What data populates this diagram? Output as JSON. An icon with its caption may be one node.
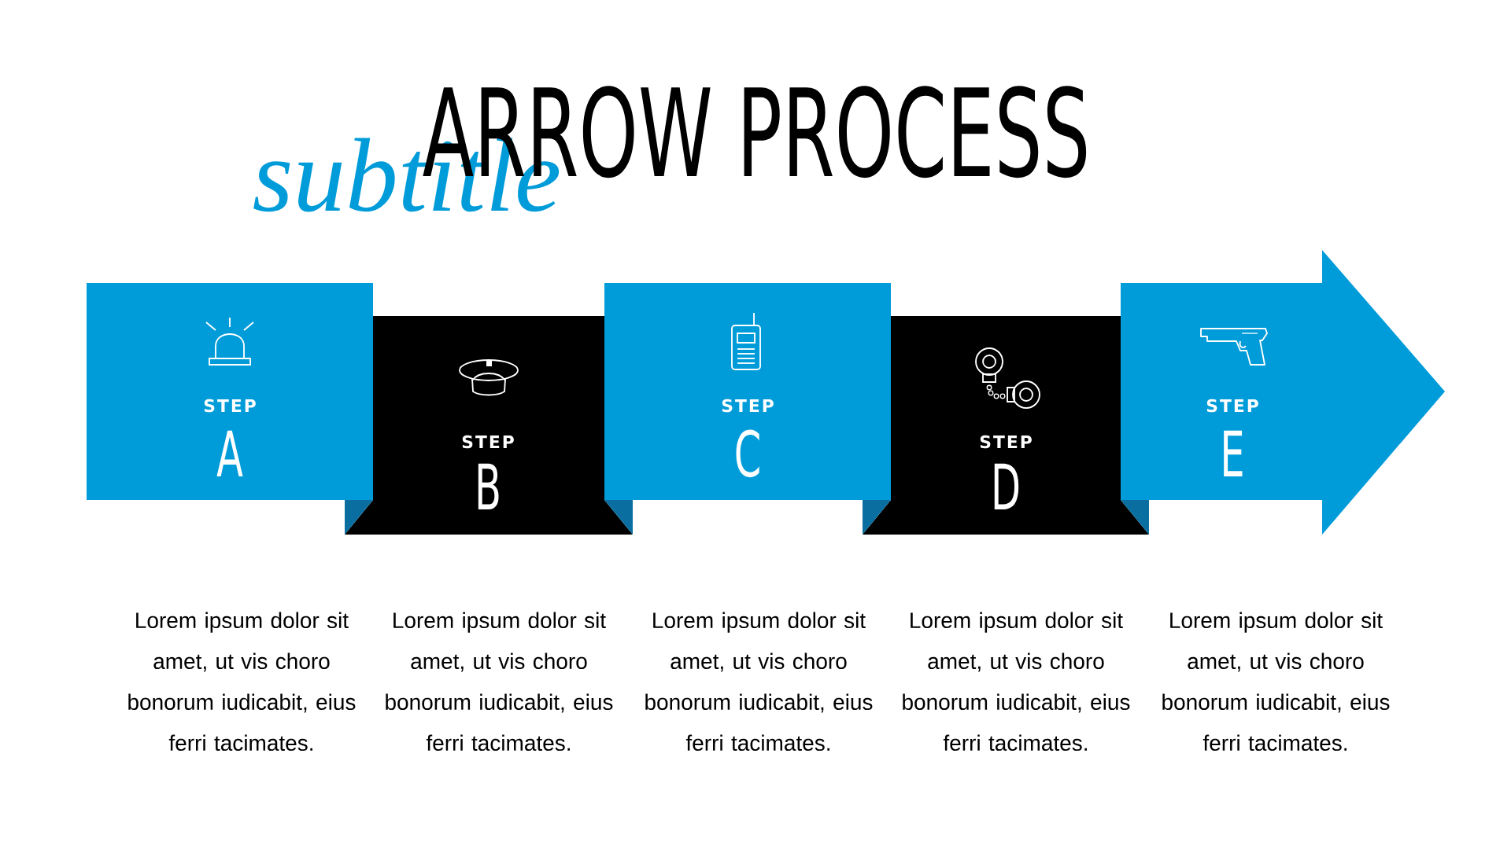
{
  "diagram": {
    "title": "ARROW PROCESS",
    "nodes": [
      {
        "text": [
          "STEP",
          "A"
        ]
      },
      {
        "text": [
          "STEP",
          "B"
        ]
      },
      {
        "text": [
          "STEP",
          "C"
        ]
      },
      {
        "text": [
          "STEP",
          "D"
        ]
      },
      {
        "text": [
          "STEP",
          "E"
        ]
      }
    ],
    "labels": [
      "subtitle",
      "Lorem ipsum dolor sit amet, ut vis choro bonorum iudicabit, eius ferri tacimates.",
      "Lorem ipsum dolor sit amet, ut vis choro bonorum iudicabit, eius ferri tacimates.",
      "Lorem ipsum dolor sit amet, ut vis choro bonorum iudicabit, eius ferri tacimates.",
      "Lorem ipsum dolor sit amet, ut vis choro bonorum iudicabit, eius ferri tacimates.",
      "Lorem ipsum dolor sit amet, ut vis choro bonorum iudicabit, eius ferri tacimates."
    ]
  }
}
